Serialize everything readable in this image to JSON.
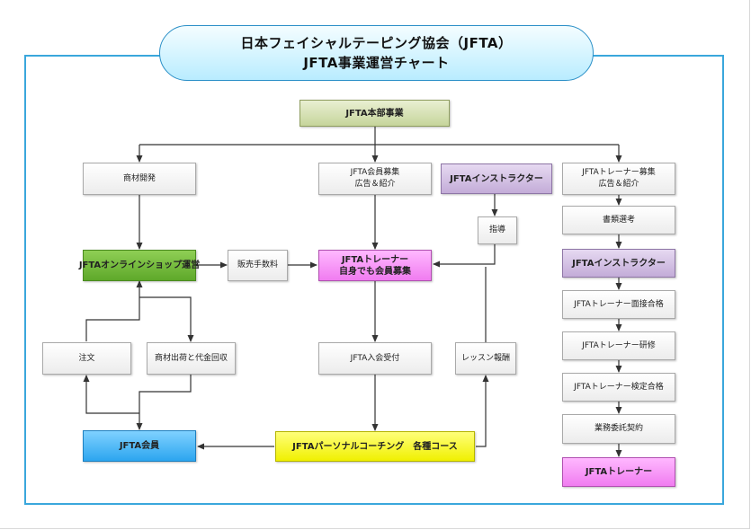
{
  "title": {
    "line1": "日本フェイシャルテーピング協会（JFTA）",
    "line2": "JFTA事業運営チャート"
  },
  "nodes": {
    "hq": "JFTA本部事業",
    "product_dev": "商材開発",
    "member_recruit": [
      "JFTA会員募集",
      "広告＆紹介"
    ],
    "instructor_top": "JFTAインストラクター",
    "trainer_recruit": [
      "JFTAトレーナー募集",
      "広告＆紹介"
    ],
    "guidance": "指導",
    "document_screening": "書類選考",
    "online_shop": "JFTAオンラインショップ運営",
    "sales_commission": "販売手数料",
    "trainer_self": [
      "JFTAトレーナー",
      "自身でも会員募集"
    ],
    "instructor_right": "JFTAインストラクター",
    "interview_pass": "JFTAトレーナー面接合格",
    "order": "注文",
    "shipping": "商材出荷と代金回収",
    "admission": "JFTA入会受付",
    "lesson_fee": "レッスン報酬",
    "trainer_training": "JFTAトレーナー研修",
    "exam_pass": "JFTAトレーナー検定合格",
    "contract": "業務委託契約",
    "member": "JFTA会員",
    "coaching": "JFTAパーソナルコーチング　各種コース",
    "trainer_final": "JFTAトレーナー"
  }
}
